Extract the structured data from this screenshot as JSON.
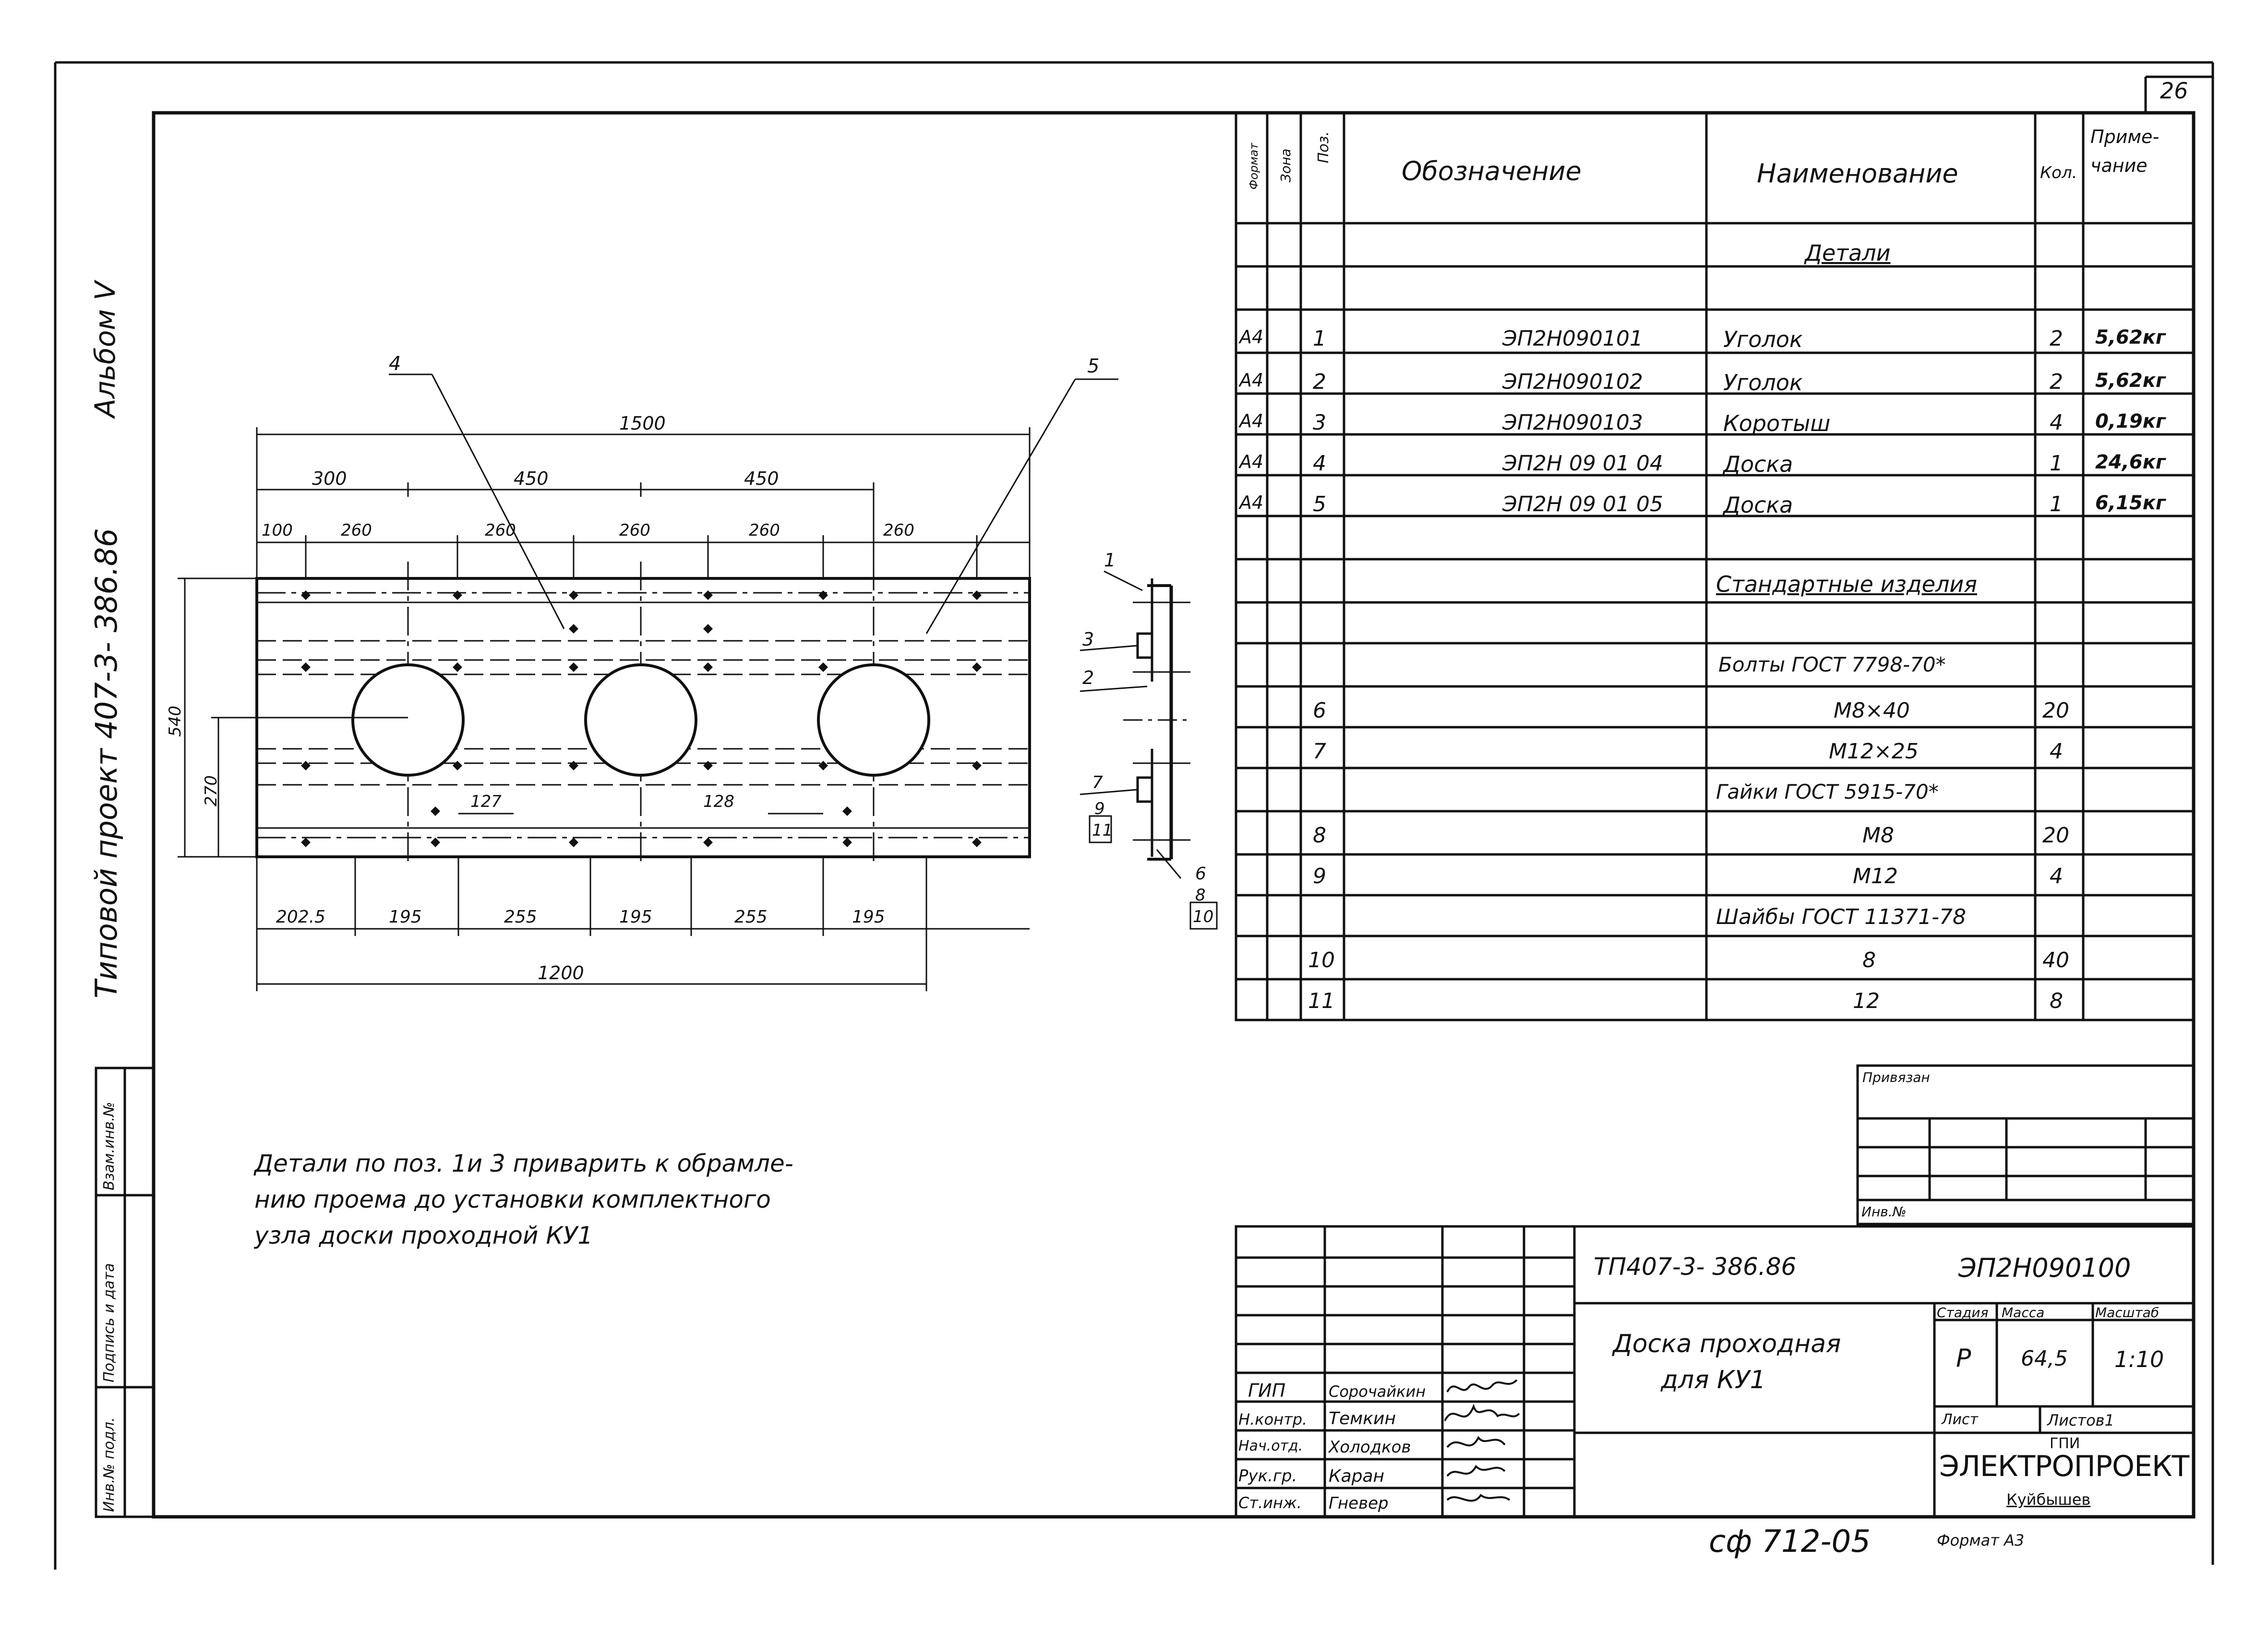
{
  "sheet_number": "26",
  "side_labels": {
    "album": "Альбом V",
    "project": "Типовой проект 407-3- 386.86",
    "inv_podl": "Инв.№ подл.",
    "sign_date": "Подпись и дата",
    "vzam_inv": "Взам.инв.№"
  },
  "spec": {
    "headers": {
      "format": "Формат",
      "zone": "Зона",
      "pos": "Поз.",
      "designation": "Обозначение",
      "name": "Наименование",
      "qty": "Кол.",
      "note": "Приме-чание"
    },
    "section_details": "Детали",
    "section_standard": "Стандартные изделия",
    "details": [
      {
        "format": "А4",
        "pos": "1",
        "designation": "ЭП2Н090101",
        "name": "Уголок",
        "qty": "2",
        "note": "5,62кг"
      },
      {
        "format": "А4",
        "pos": "2",
        "designation": "ЭП2Н090102",
        "name": "Уголок",
        "qty": "2",
        "note": "5,62кг"
      },
      {
        "format": "А4",
        "pos": "3",
        "designation": "ЭП2Н090103",
        "name": "Коротыш",
        "qty": "4",
        "note": "0,19кг"
      },
      {
        "format": "А4",
        "pos": "4",
        "designation": "ЭП2Н 09 01 04",
        "name": "Доска",
        "qty": "1",
        "note": "24,6кг"
      },
      {
        "format": "А4",
        "pos": "5",
        "designation": "ЭП2Н 09 01 05",
        "name": "Доска",
        "qty": "1",
        "note": "6,15кг"
      }
    ],
    "bolts_title": "Болты ГОСТ 7798-70*",
    "bolts": [
      {
        "pos": "6",
        "name": "М8×40",
        "qty": "20"
      },
      {
        "pos": "7",
        "name": "М12×25",
        "qty": "4"
      }
    ],
    "nuts_title": "Гайки ГОСТ 5915-70*",
    "nuts": [
      {
        "pos": "8",
        "name": "М8",
        "qty": "20"
      },
      {
        "pos": "9",
        "name": "М12",
        "qty": "4"
      }
    ],
    "washers_title": "Шайбы ГОСТ 11371-78",
    "washers": [
      {
        "pos": "10",
        "name": "8",
        "qty": "40"
      },
      {
        "pos": "11",
        "name": "12",
        "qty": "8"
      }
    ]
  },
  "primenen": {
    "label": "Привязан",
    "inv_label": "Инв.№"
  },
  "drawing": {
    "dims_top": {
      "total": "1500",
      "a": "300",
      "b": "450",
      "c": "450"
    },
    "dims_spacing": [
      "100",
      "260",
      "260",
      "260",
      "260",
      "260"
    ],
    "dims_bottom": [
      "202.5",
      "195",
      "255",
      "195",
      "255",
      "195"
    ],
    "dim_bottom_total": "1200",
    "dim_inner": [
      "127",
      "128"
    ],
    "dim_height": "540",
    "dim_half": "270",
    "leaders": {
      "board4": "4",
      "board5": "5"
    },
    "side_labels": [
      "1",
      "3",
      "2",
      "7",
      "9",
      "11",
      "6",
      "8",
      "10"
    ]
  },
  "note_lines": [
    "Детали по поз. 1и 3 приварить к обрамле-",
    "нию проема до установки комплектного",
    "узла доски проходной КУ1"
  ],
  "title_block": {
    "doc_code": "ТП407-3- 386.86",
    "doc_number": "ЭП2Н090100",
    "title_line1": "Доска проходная",
    "title_line2": "для КУ1",
    "stage_label": "Стадия",
    "mass_label": "Масса",
    "scale_label": "Масштаб",
    "stage": "Р",
    "mass": "64,5",
    "scale": "1:10",
    "sheet_label": "Лист",
    "sheets_label": "Листов1",
    "org_top": "ГПИ",
    "org_main": "ЭЛЕКТРОПРОЕКТ",
    "org_city": "Куйбышев",
    "signers": [
      {
        "role": "ГИП",
        "name": "Сорочайкин"
      },
      {
        "role": "Н.контр.",
        "name": "Темкин"
      },
      {
        "role": "Нач.отд.",
        "name": "Холодков"
      },
      {
        "role": "Рук.гр.",
        "name": "Каран"
      },
      {
        "role": "Ст.инж.",
        "name": "Гневер"
      }
    ]
  },
  "footer_code": "сф 712-05",
  "format_label": "Формат А3"
}
